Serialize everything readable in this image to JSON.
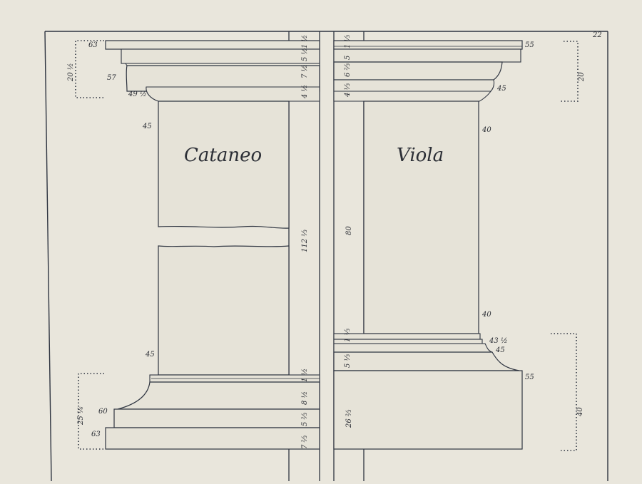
{
  "plate_number": "22",
  "left": {
    "name": "Cataneo",
    "widths": {
      "w63_top": "63",
      "w57": "57",
      "w49": "49 ½",
      "w45_top": "45",
      "w45_bottom": "45",
      "w60": "60",
      "w63_bottom": "63"
    },
    "cornice_height": "20 ½",
    "base_height": "25 ⅙",
    "heights": {
      "h1": "1 ½",
      "h2": "5 ½",
      "h3": "7 ½",
      "h4": "4 ½",
      "shaft": "112 ⅓",
      "h5": "1 ½",
      "h6": "8 ½",
      "h7": "5 ⅔",
      "h8": "7 ⅔"
    }
  },
  "right": {
    "name": "Viola",
    "widths": {
      "w55_top": "55",
      "w45_top": "45",
      "w40_top": "40",
      "w40_bottom": "40",
      "w43": "43 ½",
      "w45_bottom": "45",
      "w55_bottom": "55"
    },
    "cornice_height": "20",
    "base_height": "40",
    "heights": {
      "h1": "1 ⅓",
      "h2": "5",
      "h3": "6 ⅔",
      "h4": "4 ⅓",
      "shaft": "80",
      "h5": "1 ⅓",
      "h6": "5 ⅓",
      "h7": "26 ⅔"
    }
  }
}
